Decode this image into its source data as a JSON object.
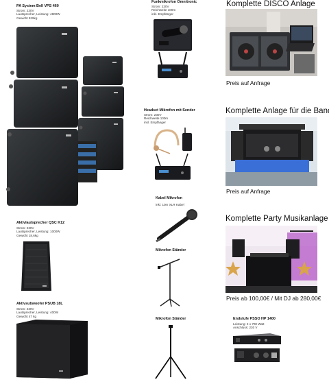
{
  "products": {
    "pa_system": {
      "title": "PA System Bell VPS 460",
      "specs": "Strom: 230V\nLautsprecher, Leistung: 4800W\nGewicht 529kg"
    },
    "qsc_k12": {
      "title": "Aktivlautsprecher QSC K12",
      "specs": "Strom: 230V\nLautsprecher, Leistung: 1000W\nGewicht 18,6kg"
    },
    "psub": {
      "title": "Aktivsubwoofer PSUB 18L",
      "specs": "Strom: 230V\nLautsprecher, Leistung: 400W\nGewicht 47 kg"
    },
    "funkmikrofon": {
      "title": "Funkmikrofon Omnitronic",
      "specs": "Strom: 230V\nReichweite 100m\ninkl. Empfänger"
    },
    "headset": {
      "title": "Headset Mikrofon mit Sender",
      "specs": "Strom: 230V\nReichweite 100m\ninkl. Empfänger"
    },
    "kabel": {
      "title": "Kabel Mikrofon",
      "specs": "inkl. 10m  XLR Kabel"
    },
    "staender1": {
      "title": "Mikrofon Ständer"
    },
    "staender2": {
      "title": "Mikrofon Ständer"
    },
    "endstufe": {
      "title": "Endstufe PSSO HP 1400",
      "specs": "Leistung: 2 x 700 Watt\nAnschluss: 230 V"
    }
  },
  "packages": {
    "disco": {
      "title": "Komplette DISCO Anlage",
      "price": "Preis auf Anfrage"
    },
    "band": {
      "title": "Komplette Anlage für die Band",
      "price": "Preis auf Anfrage"
    },
    "party": {
      "title": "Komplette Party Musikanlage",
      "price": "Preis ab 100,00€  / Mit DJ ab 280,00€"
    }
  }
}
